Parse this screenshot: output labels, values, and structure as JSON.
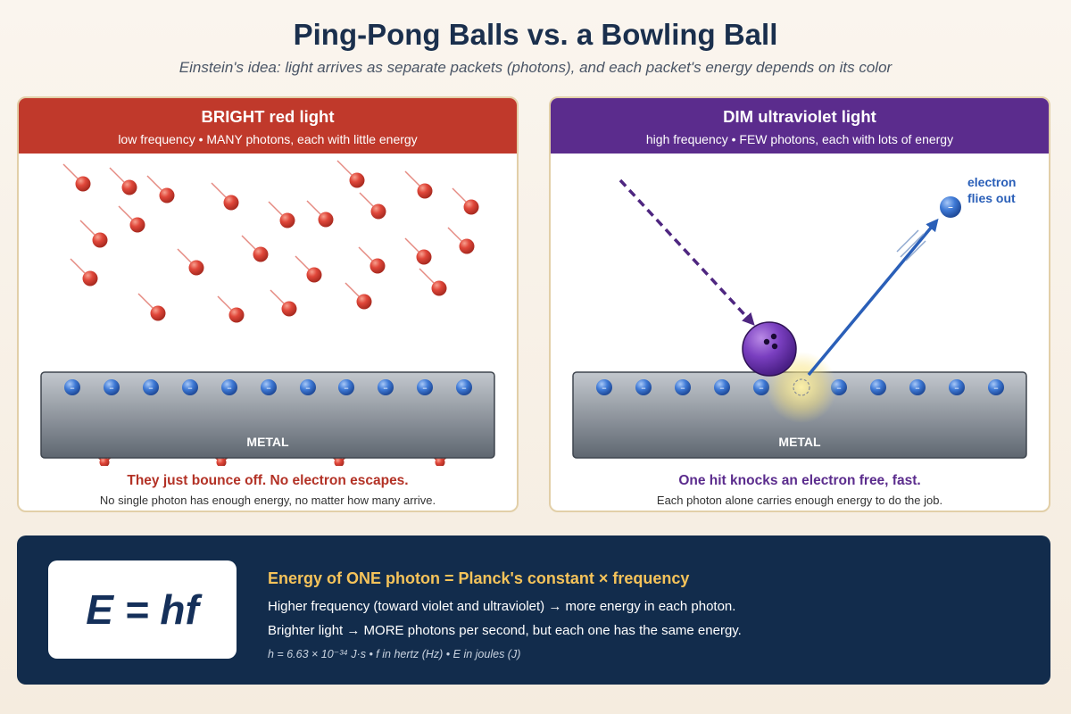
{
  "title": "Ping-Pong Balls vs. a Bowling Ball",
  "subtitle": "Einstein's idea: light arrives as separate packets (photons), and each packet's energy depends on its color",
  "left_panel": {
    "title": "BRIGHT red light",
    "subtitle": "low frequency • MANY photons, each with little energy",
    "metal_label": "METAL",
    "electron_symbol": "–",
    "caption": "They just bounce off. No electron escapes.",
    "note": "No single photon has enough energy, no matter how many arrive."
  },
  "right_panel": {
    "title": "DIM ultraviolet light",
    "subtitle": "high frequency • FEW photons, each with lots of energy",
    "metal_label": "METAL",
    "electron_symbol": "–",
    "electron_label_line1": "electron",
    "electron_label_line2": "flies out",
    "caption": "One hit knocks an electron free, fast.",
    "note": "Each photon alone carries enough energy to do the job."
  },
  "formula": {
    "equation": "E = hf",
    "title": "Energy of ONE photon = Planck's constant × frequency",
    "line1": "Higher frequency (toward violet and ultraviolet) → more energy in each photon.",
    "line2": "Brighter light → MORE photons per second, but each one has the same energy.",
    "note": "h = 6.63 × 10⁻³⁴ J·s • f in hertz (Hz) • E in joules (J)"
  },
  "colors": {
    "red_header": "#c0392b",
    "purple_header": "#5b2c8d",
    "navy": "#122c4c",
    "gold": "#f5c35a",
    "electron_blue": "#2f66c4"
  }
}
